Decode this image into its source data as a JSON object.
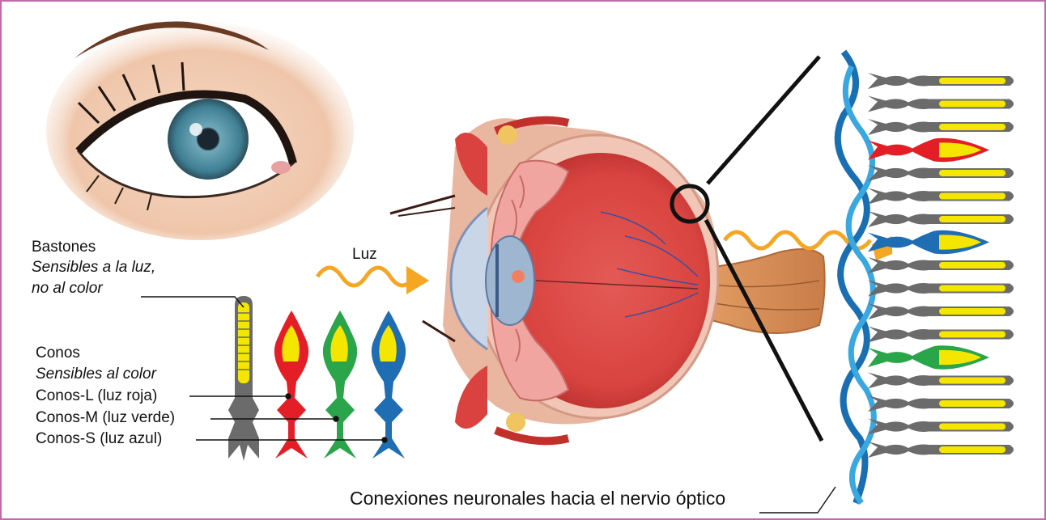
{
  "labels": {
    "rods_title": "Bastones",
    "rods_desc_1": "Sensibles a la luz,",
    "rods_desc_2": "no al color",
    "cones_title": "Conos",
    "cones_desc": "Sensibles al color",
    "cone_l": "Conos-L (luz roja)",
    "cone_m": "Conos-M (luz verde)",
    "cone_s": "Conos-S (luz azul)",
    "light": "Luz",
    "caption": "Conexiones neuronales hacia el nervio óptico"
  },
  "colors": {
    "frame": "#c06aa8",
    "rod": "#6b6b6b",
    "outer_segment": "#f5e600",
    "cone_l": "#e41e26",
    "cone_m": "#2aa54a",
    "cone_s": "#1f6db3",
    "light": "#f5a623",
    "nerve_dark": "#1a6fb3",
    "nerve_light": "#3aa8e0"
  },
  "retina_column": [
    "rod",
    "rod",
    "rod",
    "cone-l",
    "rod",
    "rod",
    "rod",
    "cone-s",
    "rod",
    "rod",
    "rod",
    "rod",
    "cone-m",
    "rod",
    "rod",
    "rod",
    "rod"
  ]
}
